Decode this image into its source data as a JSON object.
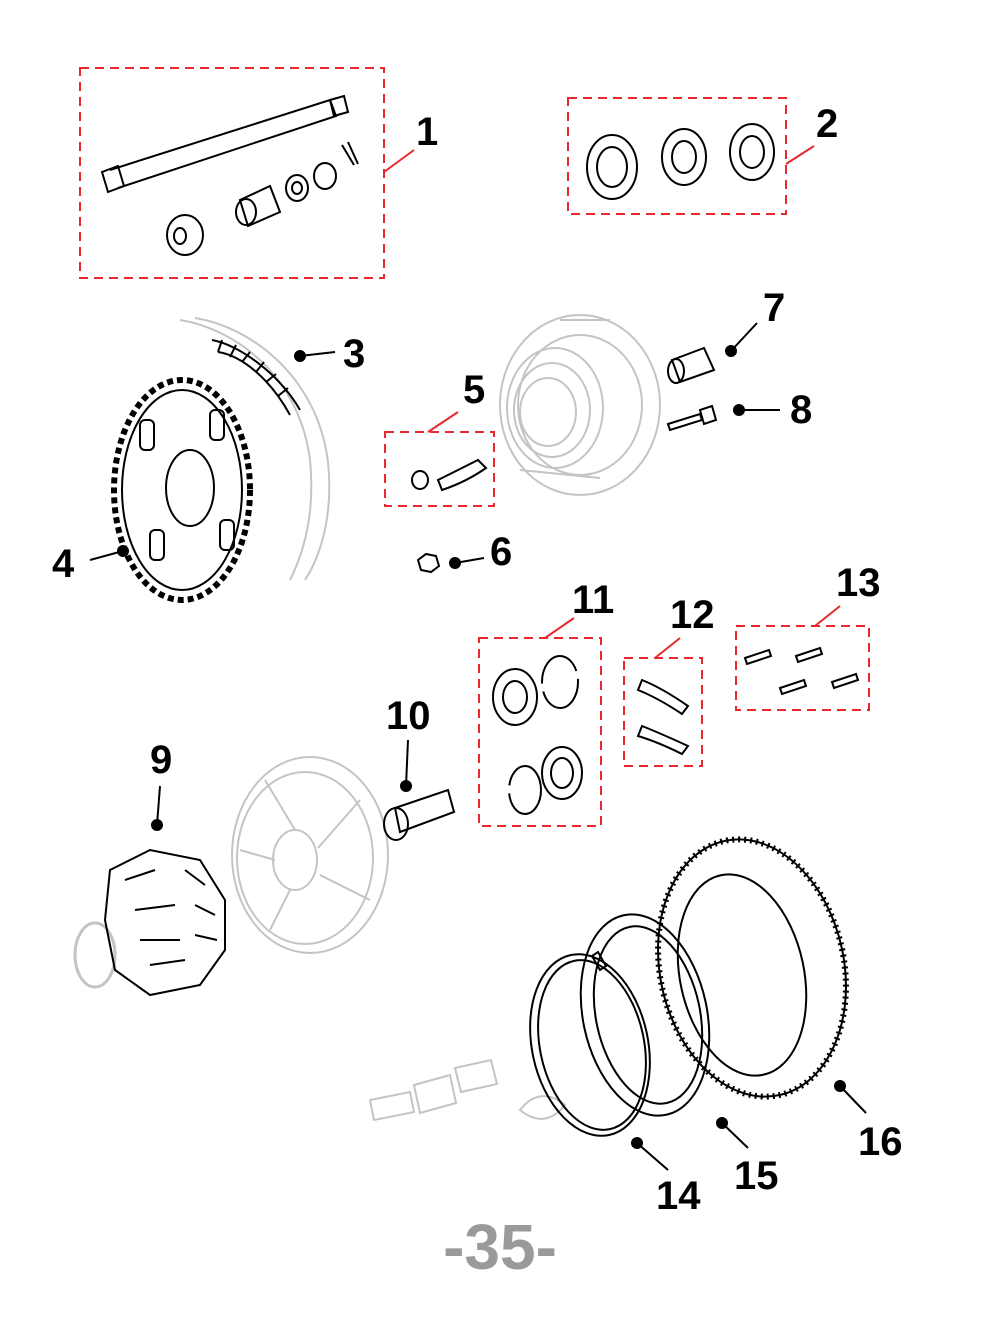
{
  "colors": {
    "ink": "#000000",
    "ghost": "#c4c4c4",
    "group_box": "#e8282c",
    "page_number": "#9a9a9a",
    "background": "#ffffff"
  },
  "callouts": [
    {
      "id": "1",
      "label": "1",
      "part": "rear-axle-kit"
    },
    {
      "id": "2",
      "label": "2",
      "part": "wheel-bearing-set"
    },
    {
      "id": "3",
      "label": "3",
      "part": "drive-chain"
    },
    {
      "id": "4",
      "label": "4",
      "part": "rear-sprocket"
    },
    {
      "id": "5",
      "label": "5",
      "part": "lock-tab-and-nut"
    },
    {
      "id": "6",
      "label": "6",
      "part": "sprocket-nut"
    },
    {
      "id": "7",
      "label": "7",
      "part": "sprocket-carrier-bushing"
    },
    {
      "id": "8",
      "label": "8",
      "part": "carrier-stud"
    },
    {
      "id": "9",
      "label": "9",
      "part": "cush-drive-rubber"
    },
    {
      "id": "10",
      "label": "10",
      "part": "wheel-spacer-sleeve"
    },
    {
      "id": "11",
      "label": "11",
      "part": "oil-seals-and-circlips"
    },
    {
      "id": "12",
      "label": "12",
      "part": "lock-plates"
    },
    {
      "id": "13",
      "label": "13",
      "part": "hub-bolts"
    },
    {
      "id": "14",
      "label": "14",
      "part": "rim-tape"
    },
    {
      "id": "15",
      "label": "15",
      "part": "inner-tube"
    },
    {
      "id": "16",
      "label": "16",
      "part": "tyre"
    }
  ],
  "page_number": "-35-"
}
